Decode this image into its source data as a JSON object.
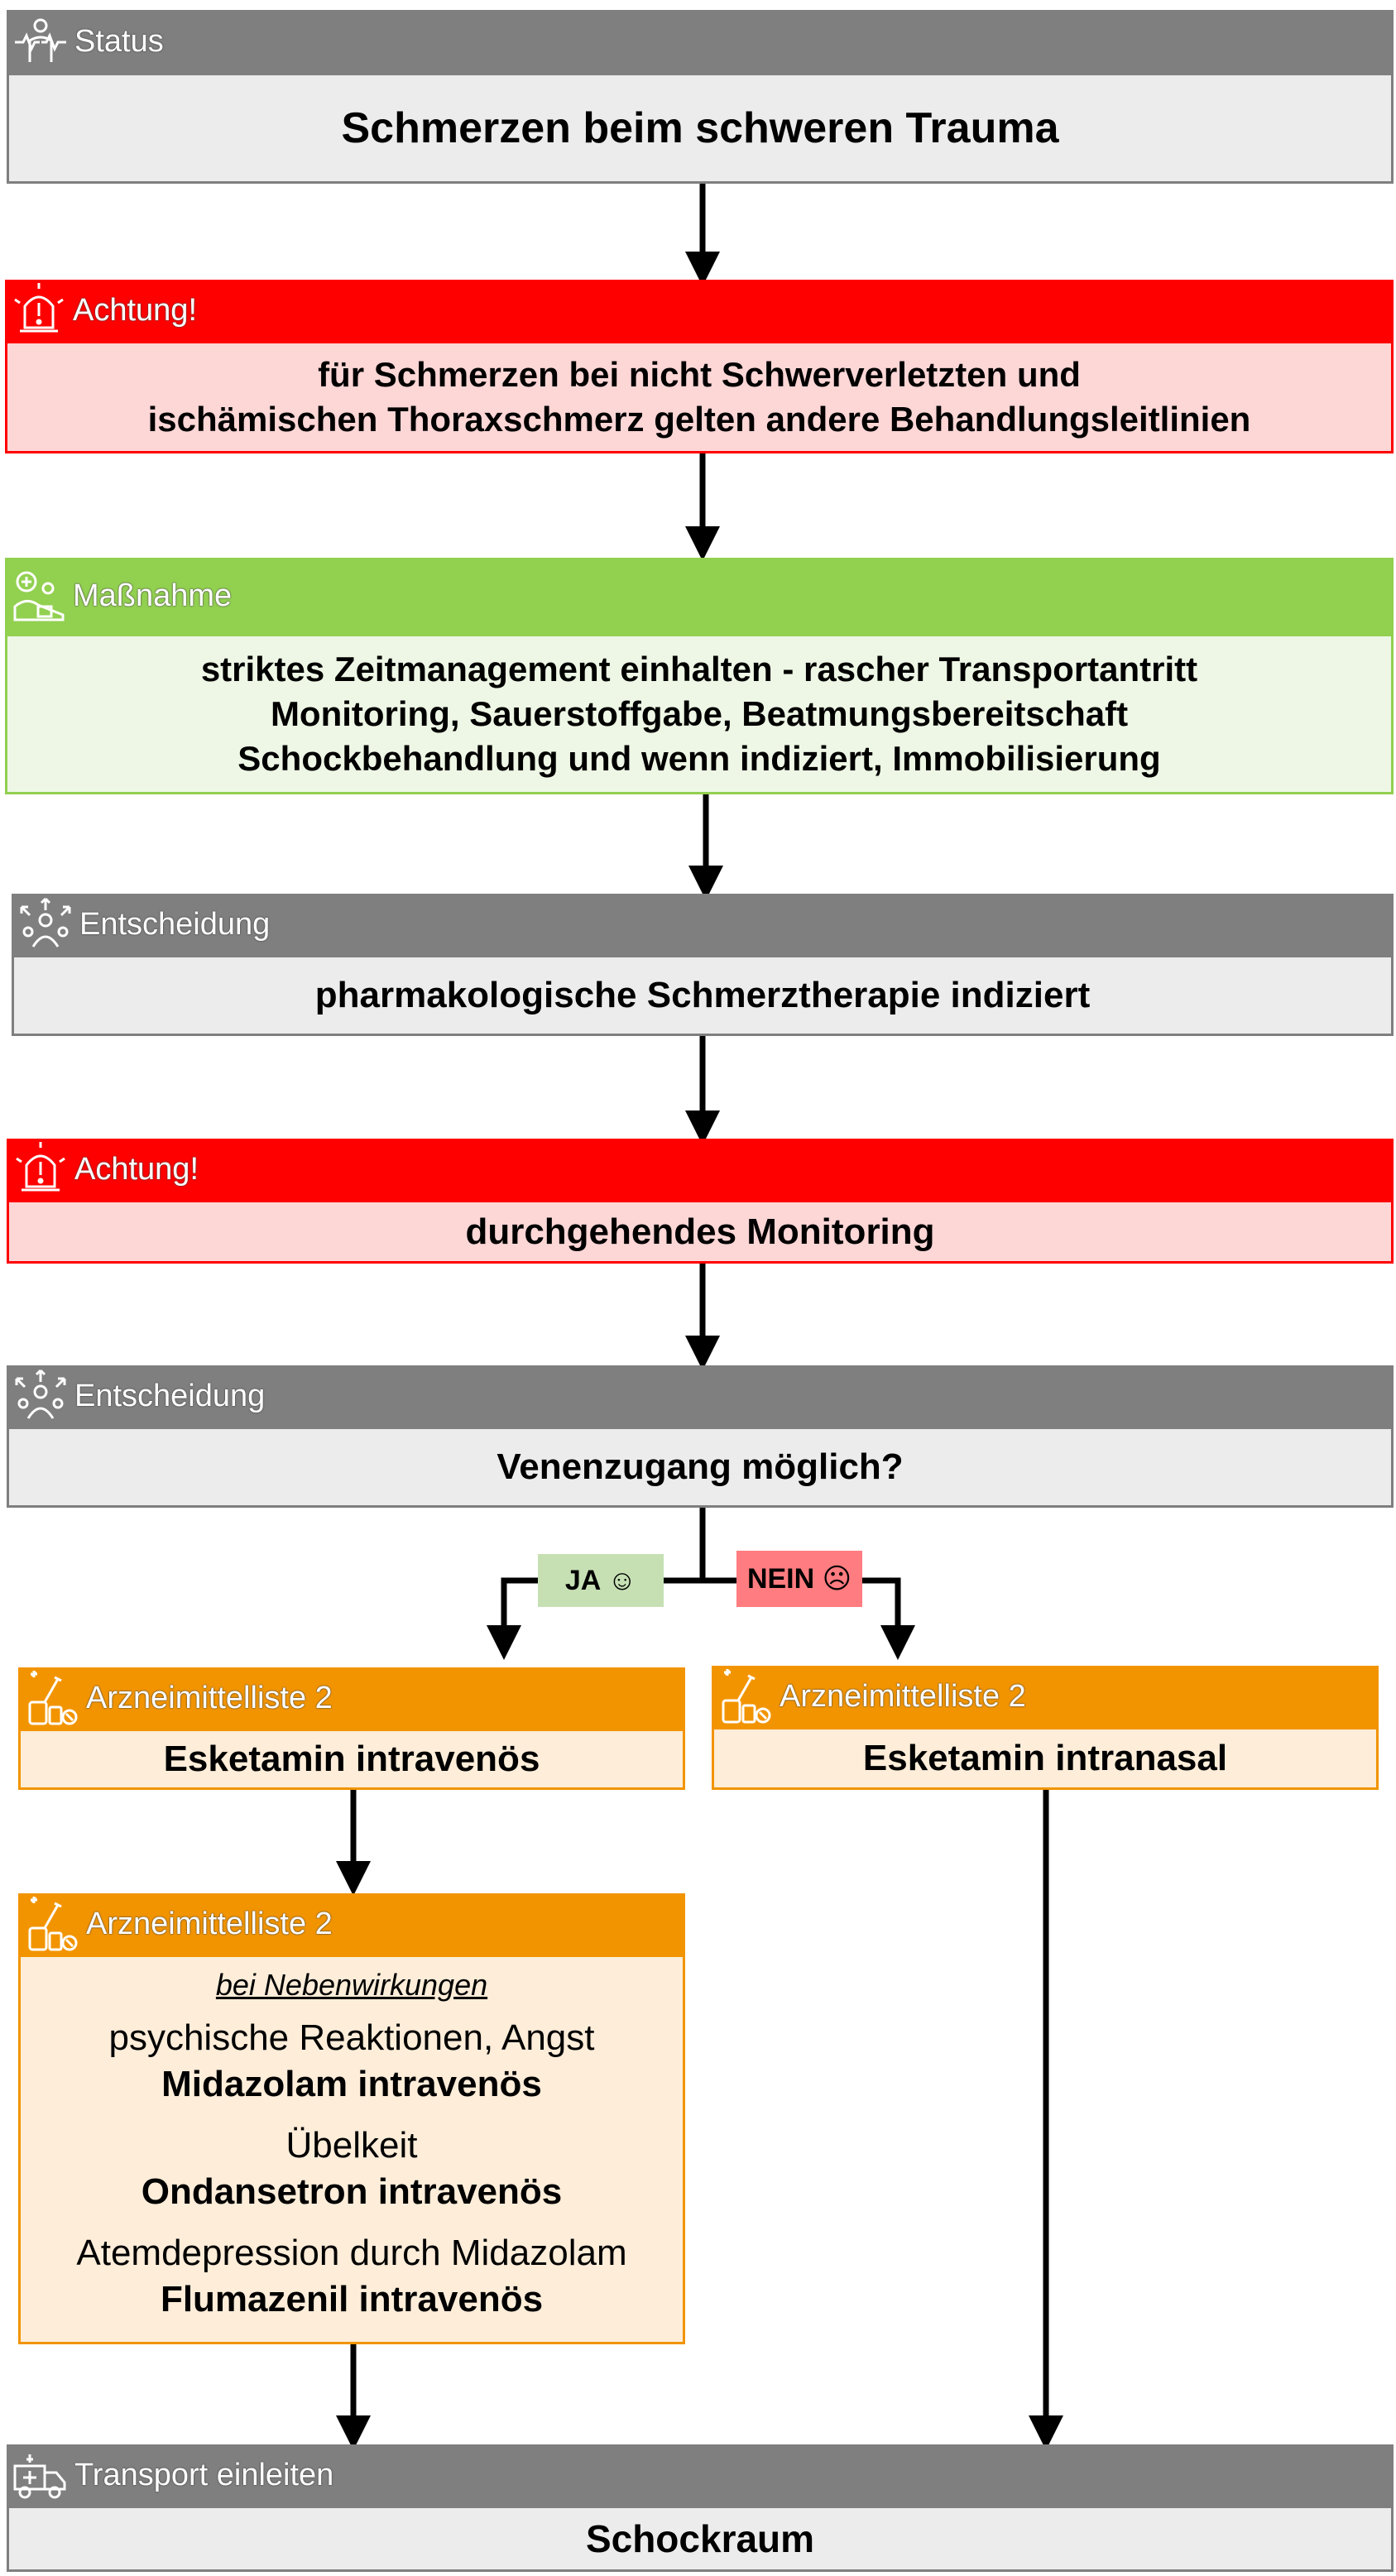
{
  "status": {
    "header": "Status",
    "icon": "person-pulse-icon",
    "text": "Schmerzen beim schweren Trauma"
  },
  "warning1": {
    "header": "Achtung!",
    "icon": "alarm-light-icon",
    "line1": "für Schmerzen bei nicht Schwerverletzten und",
    "line2": "ischämischen Thoraxschmerz gelten andere Behandlungsleitlinien"
  },
  "measure": {
    "header": "Maßnahme",
    "icon": "first-aid-icon",
    "line1": "striktes Zeitmanagement einhalten - rascher Transportantritt",
    "line2": "Monitoring, Sauerstoffgabe, Beatmungsbereitschaft",
    "line3": "Schockbehandlung und wenn indiziert, Immobilisierung"
  },
  "decision1": {
    "header": "Entscheidung",
    "icon": "decision-icon",
    "text": "pharmakologische Schmerztherapie indiziert"
  },
  "warning2": {
    "header": "Achtung!",
    "icon": "alarm-light-icon",
    "text": "durchgehendes Monitoring"
  },
  "decision2": {
    "header": "Entscheidung",
    "icon": "decision-icon",
    "text": "Venenzugang möglich?"
  },
  "branch": {
    "yes": "JA ☺",
    "no": "NEIN ☹"
  },
  "med_left": {
    "header": "Arzneimittelliste 2",
    "icon": "medication-icon",
    "text": "Esketamin intravenös"
  },
  "med_right": {
    "header": "Arzneimittelliste 2",
    "icon": "medication-icon",
    "text": "Esketamin intranasal"
  },
  "side_effects": {
    "header": "Arzneimittelliste 2",
    "icon": "medication-icon",
    "intro": "bei Nebenwirkungen",
    "item1_condition": "psychische Reaktionen, Angst",
    "item1_drug": "Midazolam intravenös",
    "item2_condition": "Übelkeit",
    "item2_drug": "Ondansetron intravenös",
    "item3_condition": "Atemdepression durch Midazolam",
    "item3_drug": "Flumazenil intravenös"
  },
  "transport": {
    "header": "Transport einleiten",
    "icon": "ambulance-icon",
    "text": "Schockraum"
  },
  "colors": {
    "grey": "#7f7f7f",
    "red": "#ff0000",
    "green": "#92d050",
    "orange": "#f29400",
    "yes_bg": "#c6e0b4",
    "no_bg": "#ff7c80"
  }
}
